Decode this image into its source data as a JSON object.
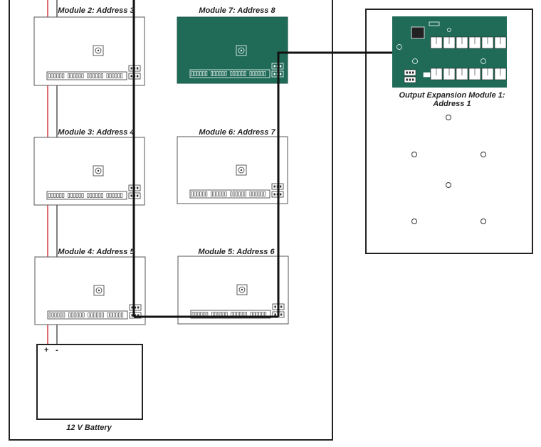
{
  "modules": [
    {
      "id": "m2",
      "label": "Module 2: Address 3"
    },
    {
      "id": "m7",
      "label": "Module 7: Address 8"
    },
    {
      "id": "m3",
      "label": "Module 3: Address 4"
    },
    {
      "id": "m6",
      "label": "Module 6: Address 7"
    },
    {
      "id": "m4",
      "label": "Module 4: Address 5"
    },
    {
      "id": "m5",
      "label": "Module 5: Address 6"
    }
  ],
  "expansion": {
    "label_line1": "Output Expansion Module 1:",
    "label_line2": "Address 1"
  },
  "battery": {
    "label": "12 V Battery",
    "plus": "+",
    "minus": "-"
  },
  "colors": {
    "highlight_green": "#1f6b57",
    "wire_red": "#d63a3a",
    "wire_dark": "#111111",
    "outline": "#222222"
  }
}
